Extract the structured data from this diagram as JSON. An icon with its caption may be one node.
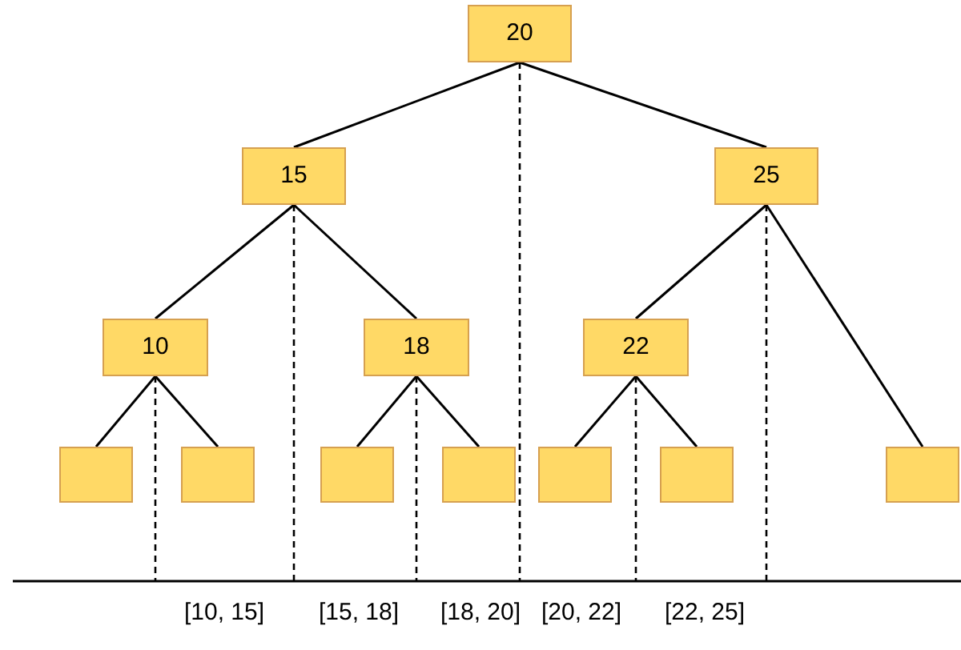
{
  "diagram": {
    "nodes": [
      {
        "text": [
          "20"
        ]
      },
      {
        "text": [
          "15"
        ]
      },
      {
        "text": [
          "25"
        ]
      },
      {
        "text": [
          "10"
        ]
      },
      {
        "text": [
          "18"
        ]
      },
      {
        "text": [
          "22"
        ]
      },
      {
        "text": [],
        "shape": "box"
      },
      {
        "text": [],
        "shape": "box"
      },
      {
        "text": [],
        "shape": "box"
      },
      {
        "text": [],
        "shape": "box"
      },
      {
        "text": [],
        "shape": "box"
      },
      {
        "text": [],
        "shape": "box"
      },
      {
        "text": [],
        "shape": "box"
      }
    ],
    "edges": [
      {
        "from": 0,
        "to": 1,
        "arrow": "none"
      },
      {
        "from": 0,
        "to": 2,
        "arrow": "none"
      },
      {
        "from": 1,
        "to": 3,
        "arrow": "none"
      },
      {
        "from": 1,
        "to": 4,
        "arrow": "none"
      },
      {
        "from": 2,
        "to": 5,
        "arrow": "none"
      },
      {
        "from": 2,
        "to": 12,
        "arrow": "none"
      },
      {
        "from": 3,
        "to": 6,
        "arrow": "none"
      },
      {
        "from": 3,
        "to": 7,
        "arrow": "none"
      },
      {
        "from": 4,
        "to": 8,
        "arrow": "none"
      },
      {
        "from": 4,
        "to": 9,
        "arrow": "none"
      },
      {
        "from": 5,
        "to": 10,
        "arrow": "none"
      },
      {
        "from": 5,
        "to": 11,
        "arrow": "none"
      }
    ],
    "labels": [
      "[10, 15]",
      "[15, 18]",
      "[18, 20]",
      "[20, 22]",
      "[22, 25]"
    ]
  }
}
